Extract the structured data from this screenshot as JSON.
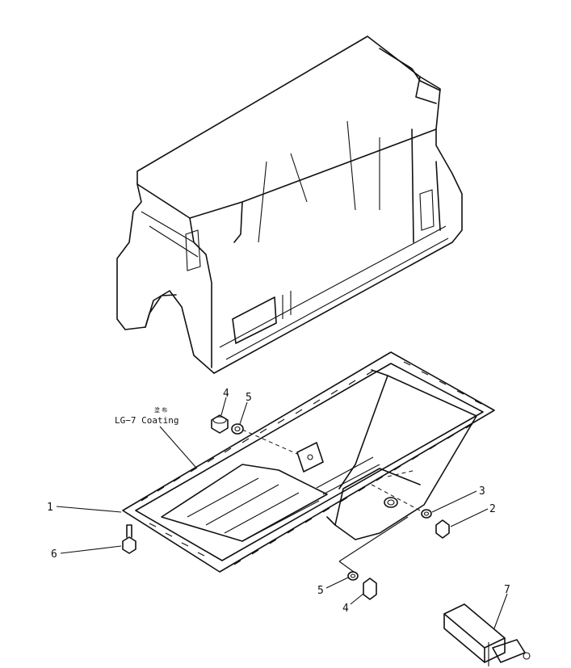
{
  "callouts": {
    "c1": "1",
    "c2": "2",
    "c3": "3",
    "c4_top": "4",
    "c5_top": "5",
    "c4_bottom": "4",
    "c5_bottom": "5",
    "c6": "6",
    "c7": "7"
  },
  "note": {
    "coating_jp": "塗 布",
    "coating_en": "LG−7 Coating"
  }
}
